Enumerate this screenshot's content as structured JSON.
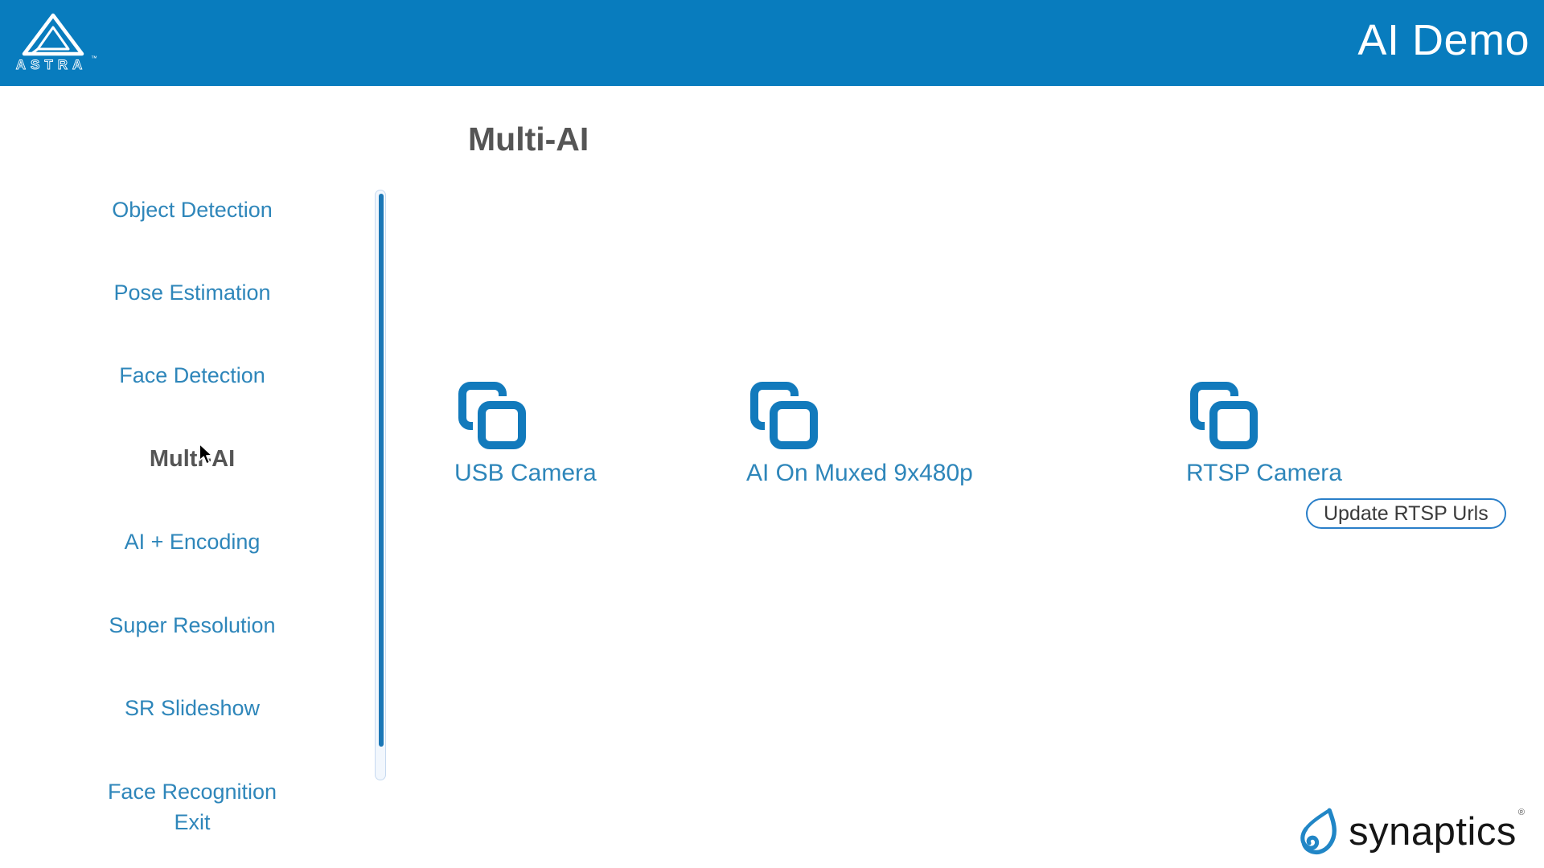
{
  "header": {
    "app_title": "AI Demo",
    "logo": {
      "text": "ASTRA",
      "mark": "™"
    }
  },
  "sidebar": {
    "selected": "Multi-AI",
    "items": [
      {
        "label": "Object Detection",
        "selected": false
      },
      {
        "label": "Pose Estimation",
        "selected": false
      },
      {
        "label": "Face Detection",
        "selected": false
      },
      {
        "label": "Multi-AI",
        "selected": true
      },
      {
        "label": "AI + Encoding",
        "selected": false
      },
      {
        "label": "Super Resolution",
        "selected": false
      },
      {
        "label": "SR Slideshow",
        "selected": false
      },
      {
        "label": "Face Recognition",
        "selected": false
      },
      {
        "label": "Exit",
        "selected": false
      }
    ]
  },
  "main": {
    "title": "Multi-AI",
    "cameras": [
      {
        "label": "USB Camera"
      },
      {
        "label": "AI On Muxed 9x480p"
      },
      {
        "label": "RTSP Camera",
        "action": "Update RTSP Urls"
      }
    ]
  },
  "footer": {
    "brand": "synaptics",
    "reg": "®"
  },
  "icons": {
    "astra-logo": "nested triangles with ASTRA wordmark",
    "frames-icon": "two overlapping rounded squares",
    "synaptics-droplet-icon": "blue water drop with spiral curl",
    "mouse-cursor": "arrow pointer"
  },
  "colors": {
    "header_bg": "#087cbe",
    "link_blue": "#2e86ba",
    "icon_blue": "#127abc",
    "selected_text": "#555555",
    "button_border": "#2a7fc9",
    "button_text": "#3a3a3a",
    "scroll_thumb": "#1b77b6",
    "scroll_track": "#f2f7fd",
    "droplet_blue": "#2186c6"
  }
}
